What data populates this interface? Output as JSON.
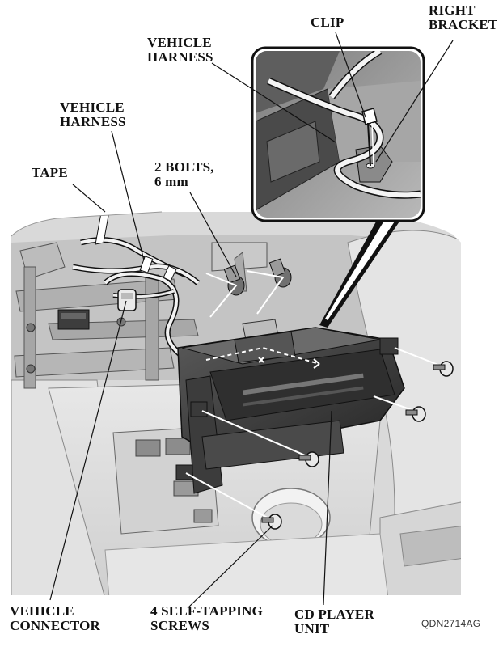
{
  "diagram": {
    "figure_code": "QDN2714AG",
    "labels": {
      "vehicle_harness_top": "VEHICLE\nHARNESS",
      "clip": "CLIP",
      "right_bracket": "RIGHT\nBRACKET",
      "vehicle_harness_left": "VEHICLE\nHARNESS",
      "tape": "TAPE",
      "bolts": "2 BOLTS,\n6 mm",
      "vehicle_connector": "VEHICLE\nCONNECTOR",
      "self_tapping_screws": "4 SELF-TAPPING\nSCREWS",
      "cd_player_unit": "CD PLAYER\nUNIT"
    },
    "colors": {
      "line": "#111111",
      "panel_light": "#e6e6e6",
      "panel_mid": "#bdbdbd",
      "unit_dark": "#3a3a3a",
      "inset_bg": "#9a9a9a"
    }
  }
}
